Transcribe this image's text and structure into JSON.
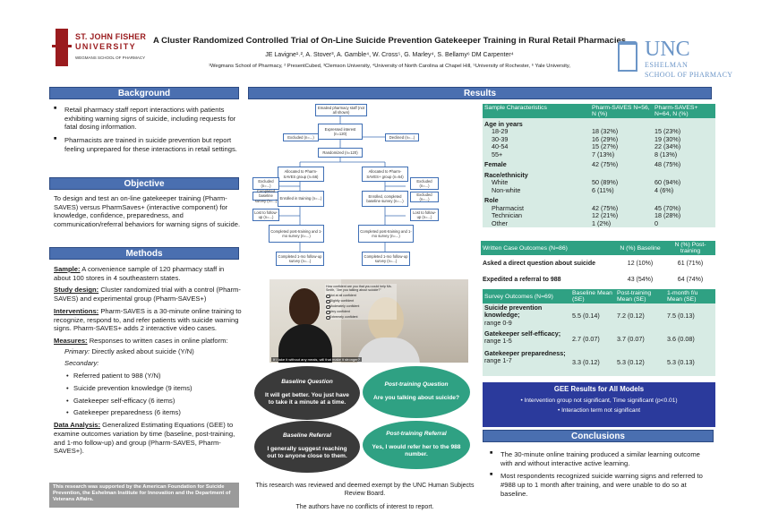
{
  "header": {
    "left_logo": {
      "line1": "ST. JOHN FISHER",
      "line2": "UNIVERSITY",
      "line3": "WEGMANS SCHOOL OF PHARMACY"
    },
    "right_logo": {
      "line1": "UNC",
      "line2": "ESHELMAN",
      "line3": "SCHOOL OF PHARMACY"
    },
    "title": "A Cluster Randomized Controlled Trial of On-Line Suicide Prevention Gatekeeper Training in Rural Retail Pharmacies",
    "authors": "JE Lavigne¹˒², A. Stover³, A. Gamble⁴, W. Cross⁵, G. Marley⁴, S. Bellamy⁶ DM Carpenter⁴",
    "affiliations": "¹Wegmans School of Pharmacy, ² PresentCubed, ³Clemson University, ⁴University of North Carolina at Chapel Hill, ⁵University of Rochester, ⁶ Yale University,"
  },
  "background": {
    "heading": "Background",
    "bullets": [
      "Retail pharmacy staff report interactions with patients exhibiting warning signs of suicide, including requests for fatal dosing information.",
      "Pharmacists are trained in suicide prevention but report feeling unprepared for these interactions in retail settings."
    ]
  },
  "objective": {
    "heading": "Objective",
    "text": "To design and test an on-line gatekeeper training (Pharm-SAVES) versus PharmSaves+ (interactive component) for knowledge, confidence, preparedness, and communication/referral behaviors for warning signs of suicide."
  },
  "methods": {
    "heading": "Methods",
    "sample_label": "Sample:",
    "sample_text": " A convenience sample of 120 pharmacy staff in about 100 stores in 4 southeastern states.",
    "design_label": "Study design:",
    "design_text": " Cluster randomized trial with a control (Pharm-SAVES) and experimental group (Pharm-SAVES+)",
    "interventions_label": "Interventions:",
    "interventions_text": " Pharm-SAVES is a 30-minute online training to recognize, respond to, and refer patients with suicide warning signs. Pharm-SAVES+ adds 2 interactive video cases.",
    "measures_label": "Measures:",
    "measures_text": " Responses to written cases in online platform:",
    "primary_label": "Primary:",
    "primary_text": " Directly asked about suicide (Y/N)",
    "secondary_label": "Secondary:",
    "secondary_items": [
      "Referred patient to 988 (Y/N)",
      "Suicide prevention knowledge (9 items)",
      "Gatekeeper self-efficacy (6 items)",
      "Gatekeeper preparedness (6 items)"
    ],
    "analysis_label": "Data Analysis:",
    "analysis_text": " Generalized Estimating Equations (GEE) to examine outcomes variation by time (baseline, post-training, and 1-mo follow-up) and group (Pharm-SAVES, Pharm-SAVES+)."
  },
  "funding": "This research was supported by the American Foundation for Suicide Prevention, the Eshelman Institute for Innovation and the Department of Veterans Affairs.",
  "results_heading": "Results",
  "flow": {
    "boxes": [
      "Emailed pharmacy staff (not all shown)",
      "Expressed interest (n=120)",
      "Excluded (n=...)",
      "Declined (n=...)",
      "Randomized (n=120)",
      "Allocated to Pharm-SAVES group (n=56)",
      "Allocated to Pharm-SAVES+ group (n=64)",
      "Excluded (n=...)",
      "Completed baseline survey (n=...)",
      "Enrolled in training (n=...)",
      "Enrolled, completed baseline survey (n=...)",
      "Completed post-training and 1-mo survey (n=...)",
      "Completed post-training and 1-mo survey (n=...)",
      "Lost to follow-up (n=...)",
      "Lost to follow-up (n=...)",
      "Completed 1-mo follow-up survey (n=...)",
      "Completed 1-mo follow-up survey (n=...)",
      "Excluded (n=...)",
      "Excluded (n=...)"
    ]
  },
  "video": {
    "question": "How confident are you that you could help Ms. Smith, \"Are you talking about suicide?\"",
    "options": [
      "Not at all confident",
      "Slightly confident",
      "Moderately confident",
      "Very confident",
      "Extremely confident"
    ],
    "caption": "If I take it without any meals, will that make it stronger?"
  },
  "bubbles": {
    "baseline_q_title": "Baseline Question",
    "baseline_q_text": "It will get better. You just have to take it a minute at a time.",
    "post_q_title": "Post-training Question",
    "post_q_text": "Are you talking about suicide?",
    "baseline_r_title": "Baseline Referral",
    "baseline_r_text": "I generally suggest reaching out to anyone close to them.",
    "post_r_title": "Post-training Referral",
    "post_r_text": "Yes, I would refer her to the 988 number."
  },
  "irb": {
    "line1": "This research was reviewed and deemed exempt by the UNC Human Subjects Review Board.",
    "line2": "The authors have no conflicts of interest to report."
  },
  "table1": {
    "headers": [
      "Sample Characteristics",
      "Pharm-SAVES N=56, N (%)",
      "Pharm-SAVES+ N=64, N (%)"
    ],
    "age_label": "Age in years",
    "age_rows": [
      [
        "18-29",
        "18 (32%)",
        "15 (23%)"
      ],
      [
        "30-39",
        "16 (29%)",
        "19 (30%)"
      ],
      [
        "40-54",
        "15 (27%)",
        "22 (34%)"
      ],
      [
        "55+",
        "7 (13%)",
        "8 (13%)"
      ]
    ],
    "female": [
      "Female",
      "42 (75%)",
      "48 (75%)"
    ],
    "race_label": "Race/ethnicity",
    "race_rows": [
      [
        "White",
        "50 (89%)",
        "60 (94%)"
      ],
      [
        "Non-white",
        "6 (11%)",
        "4 (6%)"
      ]
    ],
    "role_label": "Role",
    "role_rows": [
      [
        "Pharmacist",
        "42 (75%)",
        "45 (70%)"
      ],
      [
        "Technician",
        "12 (21%)",
        "18 (28%)"
      ],
      [
        "Other",
        "1 (2%)",
        "0"
      ]
    ]
  },
  "table2": {
    "headers": [
      "Written Case Outcomes (N=86)",
      "N (%) Baseline",
      "N (%) Post-training"
    ],
    "rows": [
      [
        "Asked a direct question about suicide",
        "12 (10%)",
        "61 (71%)"
      ],
      [
        "Expedited a referral to 988",
        "43 (54%)",
        "64 (74%)"
      ]
    ]
  },
  "table3": {
    "headers": [
      "Survey Outcomes (N=69)",
      "Baseline Mean (SE)",
      "Post-training Mean (SE)",
      "1-month f/u Mean (SE)"
    ],
    "rows": [
      {
        "label": "Suicide prevention knowledge;",
        "range": "range 0-9",
        "b": "5.5 (0.14)",
        "p": "7.2 (0.12)",
        "f": "7.5 (0.13)"
      },
      {
        "label": "Gatekeeper self-efficacy;",
        "range": "range 1-5",
        "b": "2.7 (0.07)",
        "p": "3.7 (0.07)",
        "f": "3.6 (0.08)"
      },
      {
        "label": "Gatekeeper preparedness;",
        "range": "range 1-7",
        "b": "3.3 (0.12)",
        "p": "5.3 (0.12)",
        "f": "5.3 (0.13)"
      }
    ]
  },
  "gee": {
    "title": "GEE Results for All Models",
    "line1": "• Intervention group not significant, Time significant (p<0.01)",
    "line2": "• Interaction term not significant"
  },
  "conclusions": {
    "heading": "Conclusions",
    "bullets": [
      "The 30-minute online training produced a similar learning outcome with and without interactive active learning.",
      "Most respondents recognized suicide warning signs and referred to #988 up to 1 month after training, and were unable to do so at baseline."
    ]
  }
}
